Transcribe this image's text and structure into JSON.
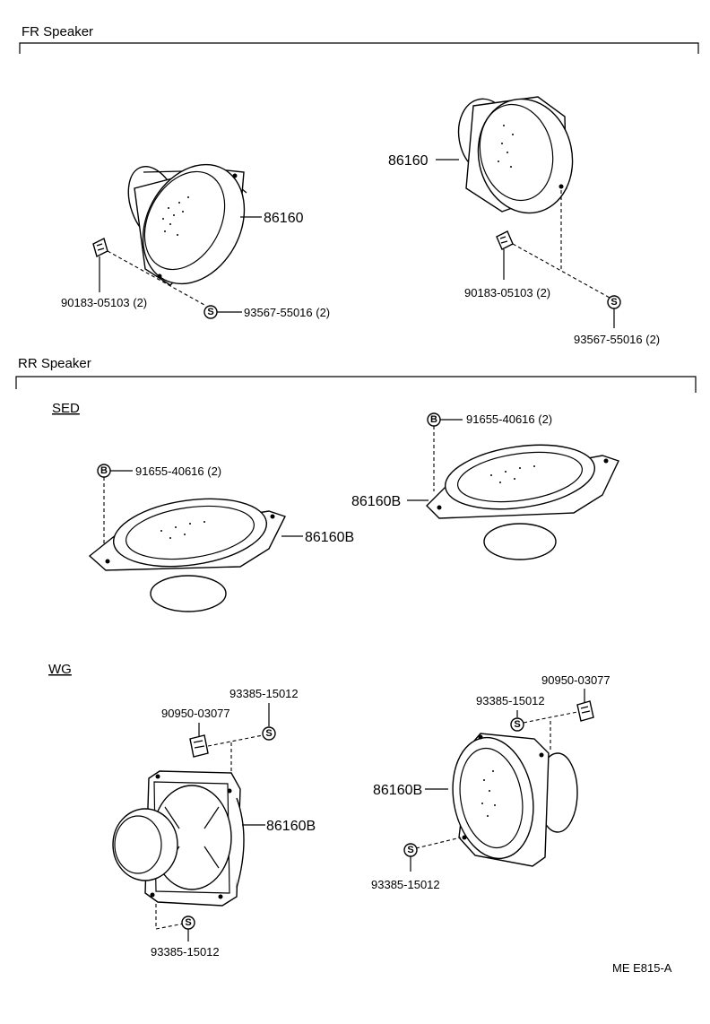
{
  "sections": {
    "fr": "FR  Speaker",
    "rr": "RR Speaker",
    "sed": "SED",
    "wg": "WG"
  },
  "symbols": {
    "screw": "S",
    "bolt": "B"
  },
  "parts": {
    "fr_left_speaker": "86160",
    "fr_left_clip": "90183-05103 (2)",
    "fr_left_screw": "93567-55016 (2)",
    "fr_right_speaker": "86160",
    "fr_right_clip": "90183-05103 (2)",
    "fr_right_screw": "93567-55016 (2)",
    "sed_left_bolt": "91655-40616 (2)",
    "sed_left_speaker": "86160B",
    "sed_right_bolt": "91655-40616 (2)",
    "sed_right_speaker": "86160B",
    "wg_left_screw_top": "93385-15012",
    "wg_left_nut": "90950-03077",
    "wg_left_speaker": "86160B",
    "wg_left_screw_bottom": "93385-15012",
    "wg_right_nut": "90950-03077",
    "wg_right_screw_top": "93385-15012",
    "wg_right_speaker": "86160B",
    "wg_right_screw_bottom": "93385-15012"
  },
  "footer": {
    "code": "ME  E815-A"
  }
}
